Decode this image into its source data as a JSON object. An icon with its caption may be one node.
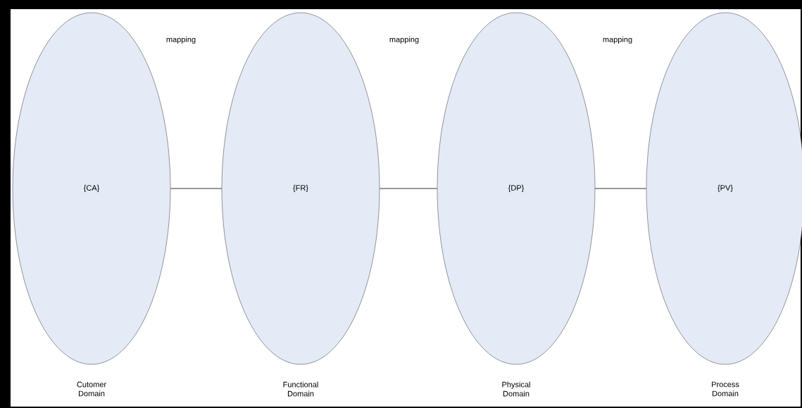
{
  "diagram": {
    "nodes": [
      {
        "text": [
          "{CA}"
        ],
        "beside": [
          "Cutomer Domain"
        ]
      },
      {
        "text": [
          "{FR}"
        ],
        "beside": [
          "Functional Domain"
        ]
      },
      {
        "text": [
          "{DP}"
        ],
        "beside": [
          "Physical Domain"
        ]
      },
      {
        "text": [
          "{PV}"
        ],
        "beside": [
          "Process Domain"
        ]
      }
    ],
    "edges": [
      {
        "from": 0,
        "to": 1,
        "arrow": "none"
      },
      {
        "from": 1,
        "to": 2,
        "arrow": "none"
      },
      {
        "from": 2,
        "to": 3,
        "arrow": "none"
      }
    ],
    "labels": [
      "mapping",
      "mapping",
      "mapping"
    ]
  }
}
